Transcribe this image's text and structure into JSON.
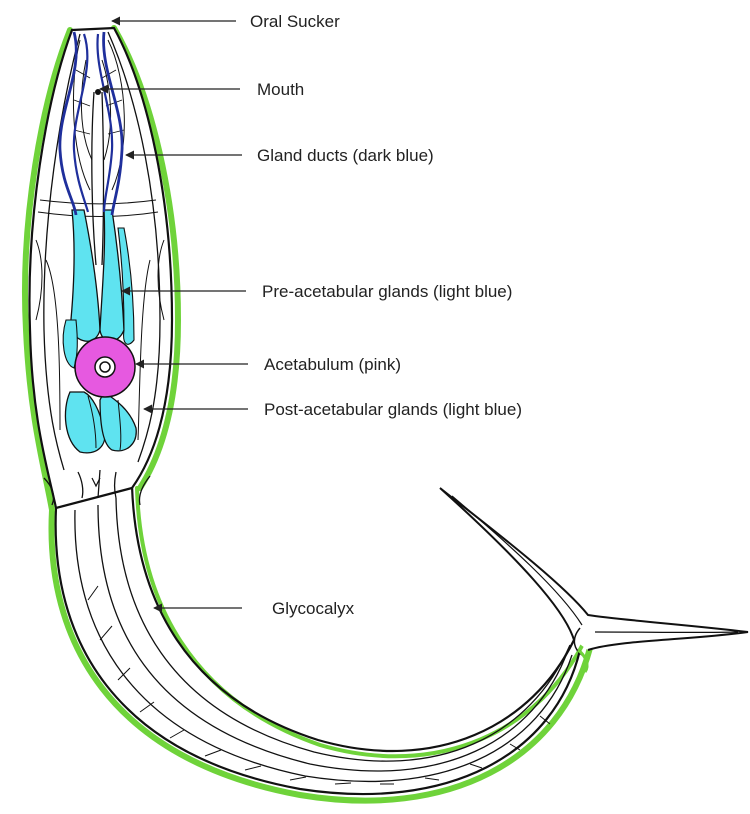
{
  "labels": {
    "oral_sucker": "Oral Sucker",
    "mouth": "Mouth",
    "gland_ducts": "Gland ducts (dark blue)",
    "pre_acetabular": "Pre-acetabular glands (light blue)",
    "acetabulum": "Acetabulum (pink)",
    "post_acetabular": "Post-acetabular glands (light blue)",
    "glycocalyx": "Glycocalyx"
  },
  "colors": {
    "glycocalyx": "#6fd33a",
    "gland_ducts": "#1f2f9c",
    "glands": "#5fe3f0",
    "acetabulum": "#e659e0",
    "outline": "#111111"
  }
}
